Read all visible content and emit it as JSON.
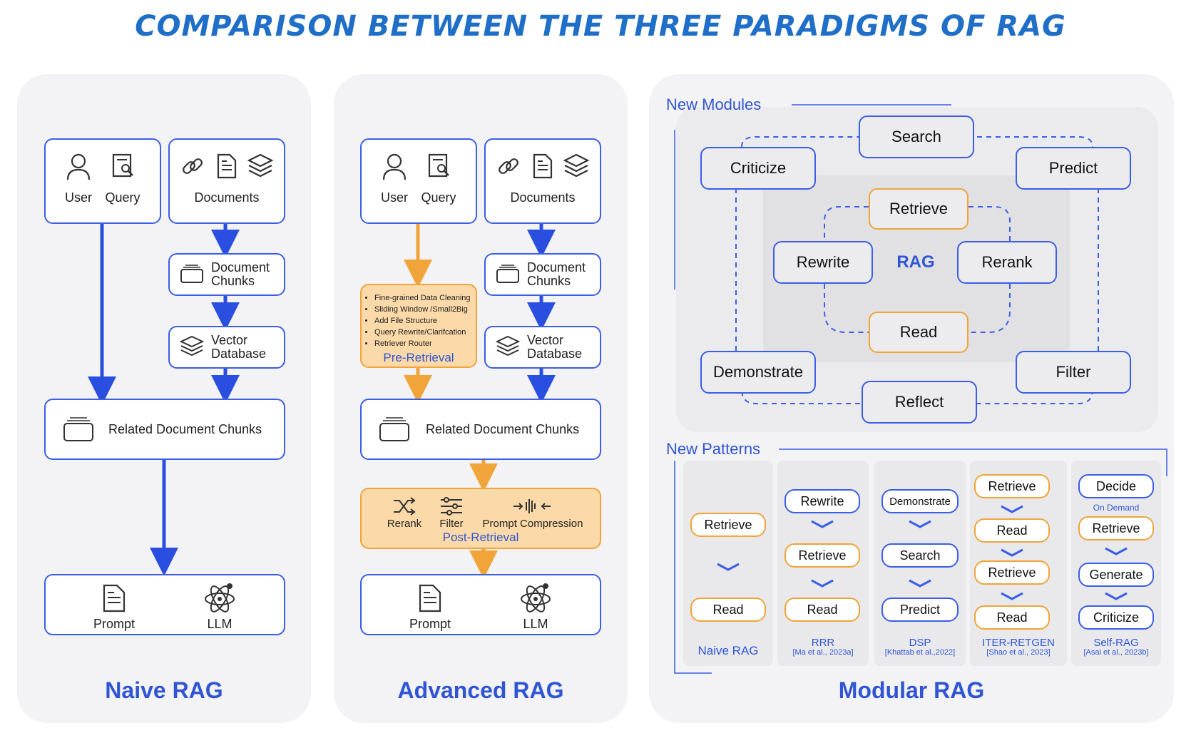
{
  "title": "COMPARISON BETWEEN THE THREE PARADIGMS OF RAG",
  "naive": {
    "name": "Naive RAG",
    "user": "User",
    "query": "Query",
    "documents": "Documents",
    "doc_chunks_1": "Document",
    "doc_chunks_2": "Chunks",
    "vector_db_1": "Vector",
    "vector_db_2": "Database",
    "related": "Related Document Chunks",
    "prompt": "Prompt",
    "llm": "LLM"
  },
  "advanced": {
    "name": "Advanced RAG",
    "user": "User",
    "query": "Query",
    "documents": "Documents",
    "doc_chunks_1": "Document",
    "doc_chunks_2": "Chunks",
    "vector_db_1": "Vector",
    "vector_db_2": "Database",
    "pre_items": [
      "Fine-grained Data Cleaning",
      "Sliding Window /Small2Big",
      "Add File Structure",
      "Query Rewrite/Clarifcation",
      "Retriever Router"
    ],
    "pre_label": "Pre-Retrieval",
    "related": "Related Document Chunks",
    "post_rerank": "Rerank",
    "post_filter": "Filter",
    "post_compress": "Prompt Compression",
    "post_label": "Post-Retrieval",
    "prompt": "Prompt",
    "llm": "LLM"
  },
  "modular": {
    "name": "Modular RAG",
    "new_modules": "New Modules",
    "modules": {
      "search": "Search",
      "criticize": "Criticize",
      "predict": "Predict",
      "retrieve": "Retrieve",
      "rewrite": "Rewrite",
      "rag": "RAG",
      "rerank": "Rerank",
      "read": "Read",
      "demonstrate": "Demonstrate",
      "filter": "Filter",
      "reflect": "Reflect"
    },
    "new_patterns": "New Patterns",
    "patterns": [
      {
        "name": "Naive RAG",
        "cite": "",
        "steps": [
          "Retrieve",
          "Read"
        ]
      },
      {
        "name": "RRR",
        "cite": "[Ma et al., 2023a]",
        "steps": [
          "Rewrite",
          "Retrieve",
          "Read"
        ]
      },
      {
        "name": "DSP",
        "cite": "[Khattab et al.,2022]",
        "steps": [
          "Demonstrate",
          "Search",
          "Predict"
        ]
      },
      {
        "name": "ITER-RETGEN",
        "cite": "[Shao et al., 2023]",
        "steps": [
          "Retrieve",
          "Read",
          "Retrieve",
          "Read"
        ]
      },
      {
        "name": "Self-RAG",
        "cite": "[Asai et al., 2023b]",
        "steps": [
          "Decide",
          "Retrieve",
          "Generate",
          "Criticize"
        ],
        "note": "On Demand"
      }
    ]
  },
  "colors": {
    "blue": "#3b5ee6",
    "orange": "#f0a43a",
    "title": "#1f6fc9"
  }
}
